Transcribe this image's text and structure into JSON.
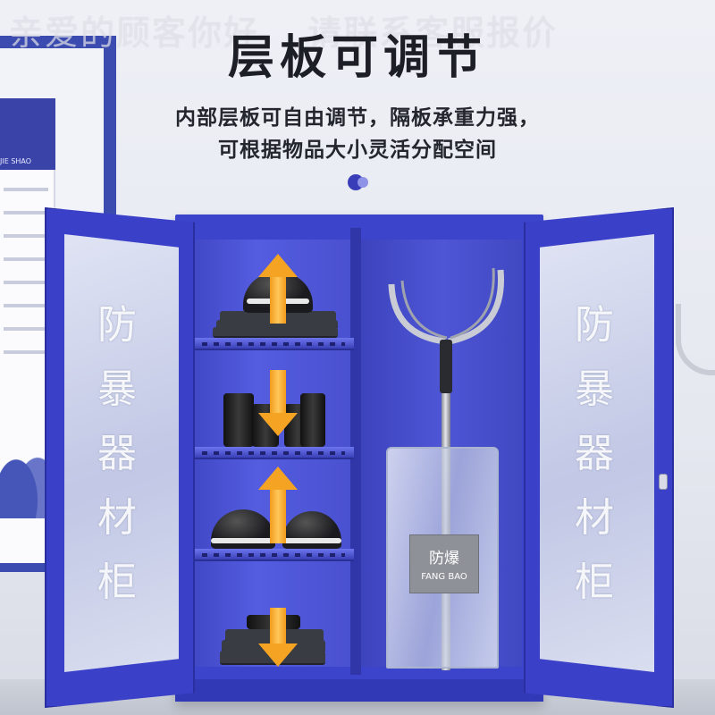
{
  "watermark": "亲爱的顾客你好，   请联系客服报价",
  "headline": "层板可调节",
  "subline_1": "内部层板可自由调节，隔板承重力强，",
  "subline_2": "可根据物品大小灵活分配空间",
  "poster": {
    "caption": "JIE SHAO"
  },
  "door_text": {
    "left": "防\n暴\n器\n材\n柜",
    "right": "防\n暴\n器\n材\n柜"
  },
  "shield": {
    "label_cn": "防爆",
    "label_en": "FANG BAO"
  },
  "colors": {
    "cabinet_blue": "#3d44cc",
    "arrow_orange": "#f5a323",
    "headline_text": "#1d1f27"
  },
  "icons": [
    "up-down-arrow-icon",
    "helmet-icon",
    "binoculars-icon",
    "shield-icon"
  ]
}
